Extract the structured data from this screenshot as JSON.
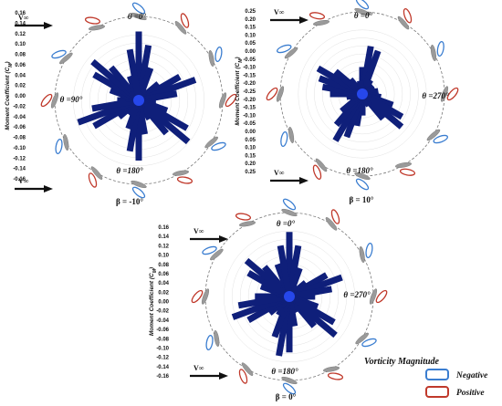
{
  "chart_data": [
    {
      "type": "polar-bar",
      "ylabel": "Moment Coefficient (C_M)",
      "ylabel_main": "Moment Coefficient (C",
      "ylabel_sub": "M",
      "ylabel_end": ")",
      "y_ticks": [
        "0.16",
        "0.14",
        "0.12",
        "0.10",
        "0.08",
        "0.06",
        "0.04",
        "0.02",
        "0.00",
        "-0.02",
        "-0.04",
        "-0.06",
        "-0.08",
        "-0.10",
        "-0.12",
        "-0.14",
        "-0.16"
      ],
      "r_max": 0.16,
      "angle_labels": [
        {
          "text": "θ =0°",
          "angle": 0
        },
        {
          "text": "θ =90°",
          "angle": 90
        },
        {
          "text": "θ =180°",
          "angle": 180
        }
      ],
      "freestream_label": "V∞",
      "beta_label": "β = -10°",
      "theta_deg": [
        0,
        10,
        20,
        30,
        40,
        50,
        60,
        70,
        80,
        90,
        100,
        110,
        120,
        130,
        140,
        150,
        160,
        170,
        180,
        190,
        200,
        210,
        220,
        230,
        240,
        250,
        260,
        270,
        280,
        290,
        300,
        310,
        320,
        330,
        340,
        350
      ],
      "cm": [
        0.16,
        0.13,
        0.08,
        0.03,
        -0.02,
        0.06,
        0.11,
        0.14,
        0.09,
        0.04,
        -0.03,
        0.07,
        0.13,
        0.15,
        0.1,
        0.05,
        -0.02,
        0.08,
        0.14,
        0.12,
        0.07,
        0.02,
        -0.04,
        0.06,
        0.12,
        0.15,
        0.11,
        0.05,
        -0.03,
        0.07,
        0.12,
        0.14,
        0.1,
        0.04,
        0.06,
        0.12
      ]
    },
    {
      "type": "polar-bar",
      "ylabel": "Moment Coefficient (C_M)",
      "ylabel_main": "Moment Coefficient (C",
      "ylabel_sub": "M",
      "ylabel_end": ")",
      "y_ticks": [
        "0.25",
        "0.20",
        "0.15",
        "0.10",
        "0.05",
        "0.00",
        "-0.05",
        "-0.10",
        "-0.15",
        "-0.20",
        "-0.25",
        "-0.20",
        "-0.15",
        "-0.10",
        "-0.05",
        "0.00",
        "0.05",
        "0.10",
        "0.15",
        "0.20",
        "0.25"
      ],
      "r_max": 0.25,
      "angle_labels": [
        {
          "text": "θ =0°",
          "angle": 0
        },
        {
          "text": "θ =270°",
          "angle": 270
        },
        {
          "text": "θ =180°",
          "angle": 180
        }
      ],
      "freestream_label": "V∞",
      "beta_label": "β = 10°",
      "theta_deg": [
        0,
        10,
        20,
        30,
        40,
        50,
        60,
        70,
        80,
        90,
        100,
        110,
        120,
        130,
        140,
        150,
        160,
        170,
        180,
        190,
        200,
        210,
        220,
        230,
        240,
        250,
        260,
        270,
        280,
        290,
        300,
        310,
        320,
        330,
        340,
        350
      ],
      "cm": [
        0.1,
        0.18,
        0.17,
        0.06,
        -0.03,
        -0.05,
        0.04,
        0.05,
        0.06,
        0.05,
        0.07,
        0.12,
        0.17,
        0.19,
        0.12,
        0.05,
        -0.04,
        0.04,
        0.08,
        0.12,
        0.17,
        0.2,
        0.15,
        0.1,
        0.05,
        -0.03,
        0.06,
        0.12,
        0.15,
        0.17,
        0.19,
        0.13,
        0.07,
        0.03,
        -0.02,
        0.05
      ]
    },
    {
      "type": "polar-bar",
      "ylabel": "Moment Coefficient (C_M)",
      "ylabel_main": "Moment Coefficient (C",
      "ylabel_sub": "M",
      "ylabel_end": ")",
      "y_ticks": [
        "0.16",
        "0.14",
        "0.12",
        "0.10",
        "0.08",
        "0.06",
        "0.04",
        "0.02",
        "0.00",
        "-0.02",
        "-0.04",
        "-0.06",
        "-0.08",
        "-0.10",
        "-0.12",
        "-0.14",
        "-0.16"
      ],
      "r_max": 0.16,
      "angle_labels": [
        {
          "text": "θ =0°",
          "angle": 0
        },
        {
          "text": "θ =270°",
          "angle": 270
        },
        {
          "text": "θ =180°",
          "angle": 180
        }
      ],
      "freestream_label": "V∞",
      "beta_label": "β = 0°",
      "theta_deg": [
        0,
        10,
        20,
        30,
        40,
        50,
        60,
        70,
        80,
        90,
        100,
        110,
        120,
        130,
        140,
        150,
        160,
        170,
        180,
        190,
        200,
        210,
        220,
        230,
        240,
        250,
        260,
        270,
        280,
        290,
        300,
        310,
        320,
        330,
        340,
        350
      ],
      "cm": [
        0.15,
        0.12,
        0.07,
        0.02,
        -0.03,
        0.05,
        0.1,
        0.13,
        0.1,
        0.06,
        0.02,
        0.07,
        0.12,
        0.14,
        0.09,
        0.04,
        -0.02,
        0.07,
        0.13,
        0.14,
        0.1,
        0.05,
        -0.03,
        0.06,
        0.11,
        0.14,
        0.12,
        0.08,
        0.03,
        0.07,
        0.11,
        0.13,
        0.09,
        0.04,
        0.08,
        0.12
      ]
    }
  ],
  "legend": {
    "title": "Vorticity Magnitude",
    "negative_label": "Negative",
    "positive_label": "Positive",
    "negative_color": "#3a7dd0",
    "positive_color": "#c0392b"
  },
  "colors": {
    "bar": "#0f1f7a",
    "bar_center": "#2a4fff",
    "circle": "#777777",
    "blade": "#9a9a9a"
  }
}
